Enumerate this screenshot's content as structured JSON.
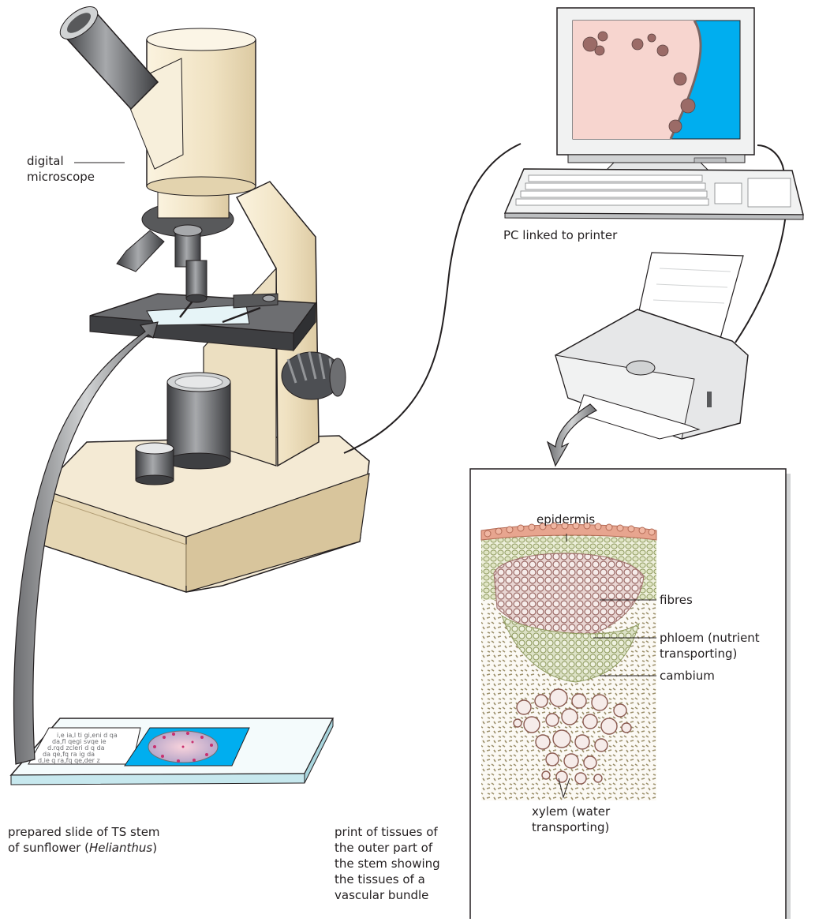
{
  "labels": {
    "digital_microscope_1": "digital",
    "digital_microscope_2": "microscope",
    "pc": "PC linked to printer",
    "slide_1": "prepared slide of TS stem",
    "slide_2a": "of sunflower (",
    "slide_2b": "Helianthus",
    "slide_2c": ")",
    "print_1": "print of tissues of",
    "print_2": "the outer part of",
    "print_3": "the stem showing",
    "print_4": "the tissues of a",
    "print_5": "vascular bundle",
    "epidermis": "epidermis",
    "fibres": "fibres",
    "phloem_1": "phloem (nutrient",
    "phloem_2": "transporting)",
    "cambium": "cambium",
    "xylem_1": "xylem (water",
    "xylem_2": "transporting)"
  },
  "slide_text_lines": [
    "i,e ia,l ti gi,eni d qa",
    "da,fl qegi svqe ie",
    "d.rqd zcleri d q da",
    "da qe,fq ra ig da",
    "d,ie q ra,fq qe,der z"
  ],
  "colors": {
    "microscope_body": "#f2e6cc",
    "microscope_shadow": "#d9c9a6",
    "stage": "#58595b",
    "metal_dark": "#4d4f53",
    "slide_blue": "#00aeef",
    "stem_section": "#f4b8c6",
    "tissue_dots": "#c8306f",
    "screen_blue": "#00aeef",
    "screen_pink": "#f7d5cf",
    "fibres": "#9b6b67",
    "phloem": "#a8b47e",
    "epidermis": "#d98a76",
    "ground_tissue": "#9b8f6a",
    "xylem": "#8a5a50"
  }
}
